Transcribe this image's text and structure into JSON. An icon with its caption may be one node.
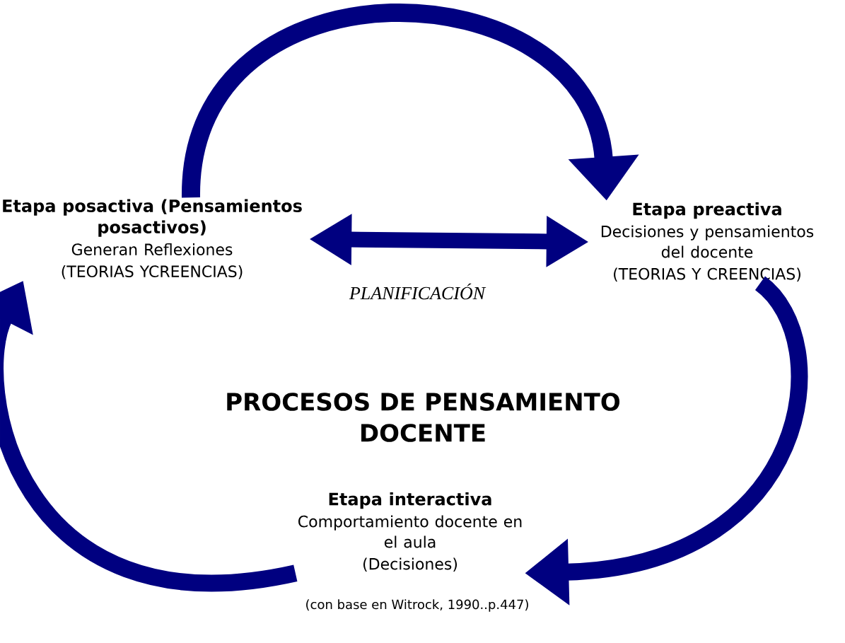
{
  "diagram": {
    "title": "PROCESOS DE PENSAMIENTO DOCENTE",
    "nodes": [
      {
        "text": [
          "Etapa posactiva (Pensamientos posactivos)",
          "Generan Reflexiones",
          "(TEORIAS YCREENCIAS)"
        ]
      },
      {
        "text": [
          "Etapa preactiva",
          "Decisiones y pensamientos del docente",
          "(TEORIAS Y CREENCIAS)"
        ]
      },
      {
        "text": [
          "Etapa interactiva",
          "Comportamiento docente en el aula",
          "(Decisiones)"
        ]
      }
    ],
    "edges": [
      {
        "from": 0,
        "to": 1,
        "arrow": "to"
      },
      {
        "from": 1,
        "to": 2,
        "arrow": "to"
      },
      {
        "from": 2,
        "to": 0,
        "arrow": "to"
      },
      {
        "from": 0,
        "to": 1,
        "arrow": "both",
        "label": "PLANIFICACIÓN"
      }
    ],
    "caption": "(con base en Witrock, 1990..p.447)"
  }
}
